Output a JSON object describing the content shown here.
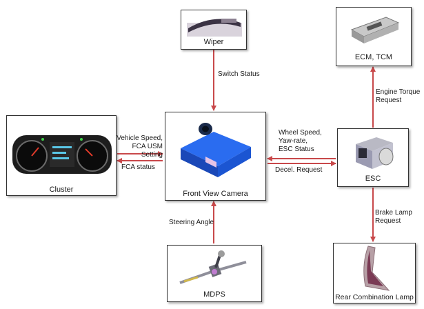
{
  "nodes": {
    "wiper": "Wiper",
    "ecm": "ECM, TCM",
    "cluster": "Cluster",
    "camera": "Front View Camera",
    "esc": "ESC",
    "mdps": "MDPS",
    "lamp": "Rear Combination Lamp"
  },
  "edges": {
    "switch_status": "Switch Status",
    "engine_torque_1": "Engine Torque",
    "engine_torque_2": "Request",
    "vehicle_speed_1": "Vehicle Speed,",
    "vehicle_speed_2": "FCA USM Setting",
    "fca_status": "FCA status",
    "wheel_speed_1": "Wheel Speed,",
    "wheel_speed_2": "Yaw-rate,",
    "wheel_speed_3": "ESC Status",
    "decel_request": "Decel. Request",
    "steering_angle": "Steering Angle",
    "brake_lamp_1": "Brake Lamp",
    "brake_lamp_2": "Request"
  },
  "colors": {
    "arrow": "#c8484a",
    "camera_blue": "#1e5bd6",
    "border": "#333333"
  }
}
